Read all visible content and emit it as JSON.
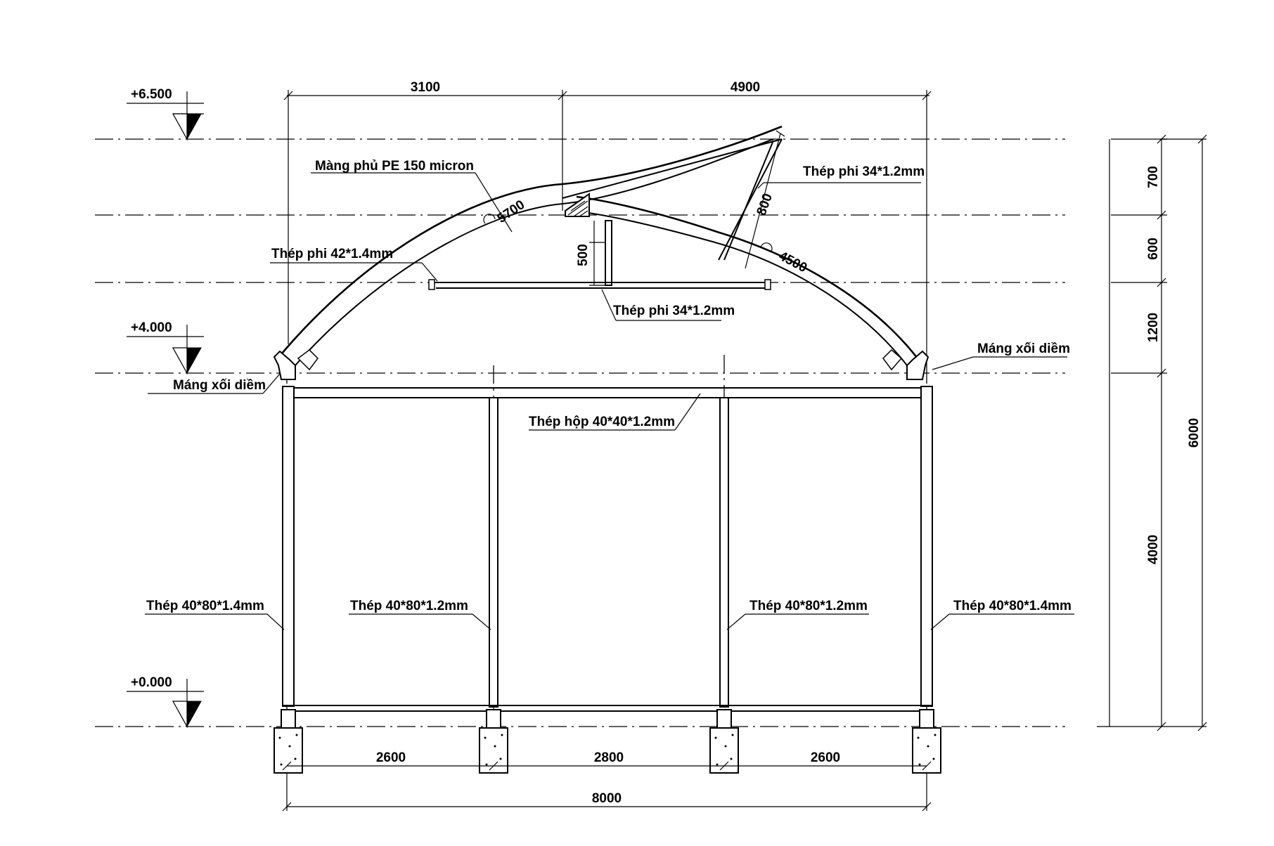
{
  "levels": {
    "top": "+6.500",
    "eave": "+4.000",
    "ground": "+0.000"
  },
  "dimensions": {
    "top_left": "3100",
    "top_right": "4900",
    "arc_left": "5700",
    "arc_right": "4500",
    "strut": "800",
    "king_post": "500",
    "right_700": "700",
    "right_600": "600",
    "right_1200": "1200",
    "right_4000": "4000",
    "right_total": "6000",
    "bay_1": "2600",
    "bay_2": "2800",
    "bay_3": "2600",
    "total": "8000"
  },
  "labels": {
    "membrane": "Màng phủ PE 150 micron",
    "strut_pipe": "Thép phi 34*1.2mm",
    "rafter_pipe": "Thép phi 42*1.4mm",
    "tie_pipe": "Thép phi 34*1.2mm",
    "gutter_left": "Máng xối diềm",
    "gutter_right": "Máng xối diềm",
    "box_beam": "Thép hộp 40*40*1.2mm",
    "col_outer_left": "Thép 40*80*1.4mm",
    "col_inner_left": "Thép 40*80*1.2mm",
    "col_inner_right": "Thép 40*80*1.2mm",
    "col_outer_right": "Thép 40*80*1.4mm"
  }
}
